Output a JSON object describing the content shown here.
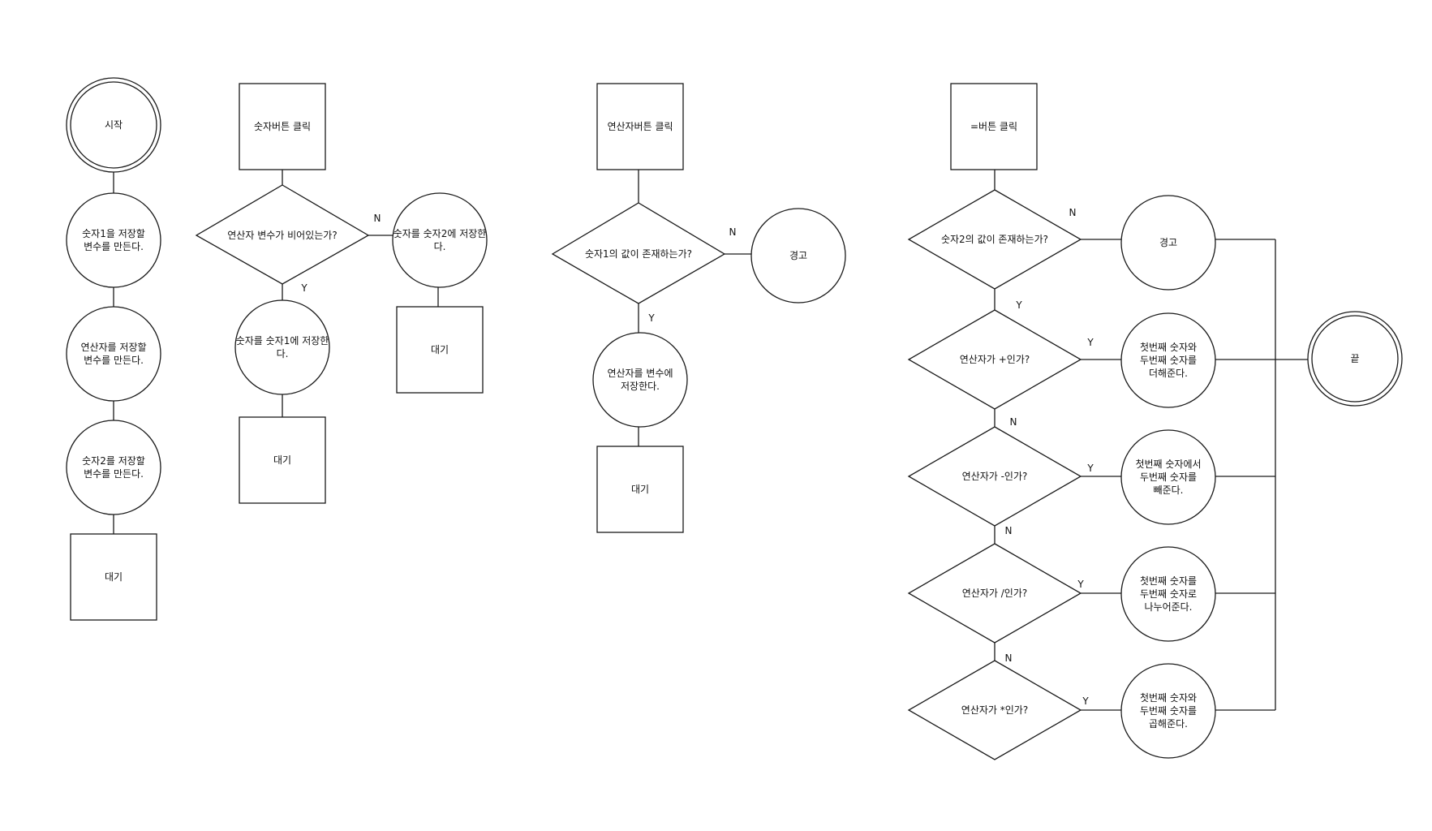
{
  "nodes": {
    "start": "시작",
    "make_num1": "숫자1을 저장할\n변수를 만든다.",
    "make_op": "연산자를 저장할\n변수를 만든다.",
    "make_num2": "숫자2를 저장할\n변수를 만든다.",
    "wait_a": "대기",
    "num_click": "숫자버튼 클릭",
    "op_empty": "연산자 변수가 비어있는가?",
    "save_num1": "숫자를 숫자1에 저장한\n다.",
    "wait_b": "대기",
    "save_num2": "숫자를 숫자2에 저장한\n다.",
    "wait_c": "대기",
    "op_click": "연산자버튼 클릭",
    "num1_exists": "숫자1의 값이 존재하는가?",
    "warn_1": "경고",
    "save_op": "연산자를 변수에\n저장한다.",
    "wait_d": "대기",
    "eq_click": "=버튼 클릭",
    "num2_exists": "숫자2의 값이 존재하는가?",
    "warn_2": "경고",
    "is_plus": "연산자가 +인가?",
    "do_plus": "첫번째 숫자와\n두번째 숫자를\n더해준다.",
    "is_minus": "연산자가 -인가?",
    "do_minus": "첫번째 숫자에서\n두번째 숫자를\n빼준다.",
    "is_div": "연산자가 /인가?",
    "do_div": "첫번째 숫자를\n두번째 숫자로\n나누어준다.",
    "is_mul": "연산자가 *인가?",
    "do_mul": "첫번째 숫자와\n두번째 숫자를\n곱해준다.",
    "end": "끝"
  },
  "edge_labels": {
    "op_empty_n": "N",
    "op_empty_y": "Y",
    "num1_exists_n": "N",
    "num1_exists_y": "Y",
    "num2_exists_n": "N",
    "num2_exists_y": "Y",
    "is_plus_y": "Y",
    "is_plus_n": "N",
    "is_minus_y": "Y",
    "is_minus_n": "N",
    "is_div_y": "Y",
    "is_div_n": "N",
    "is_mul_y": "Y"
  },
  "colors": {
    "stroke": "#1a1a1a",
    "fill": "#ffffff",
    "text": "#111111"
  }
}
